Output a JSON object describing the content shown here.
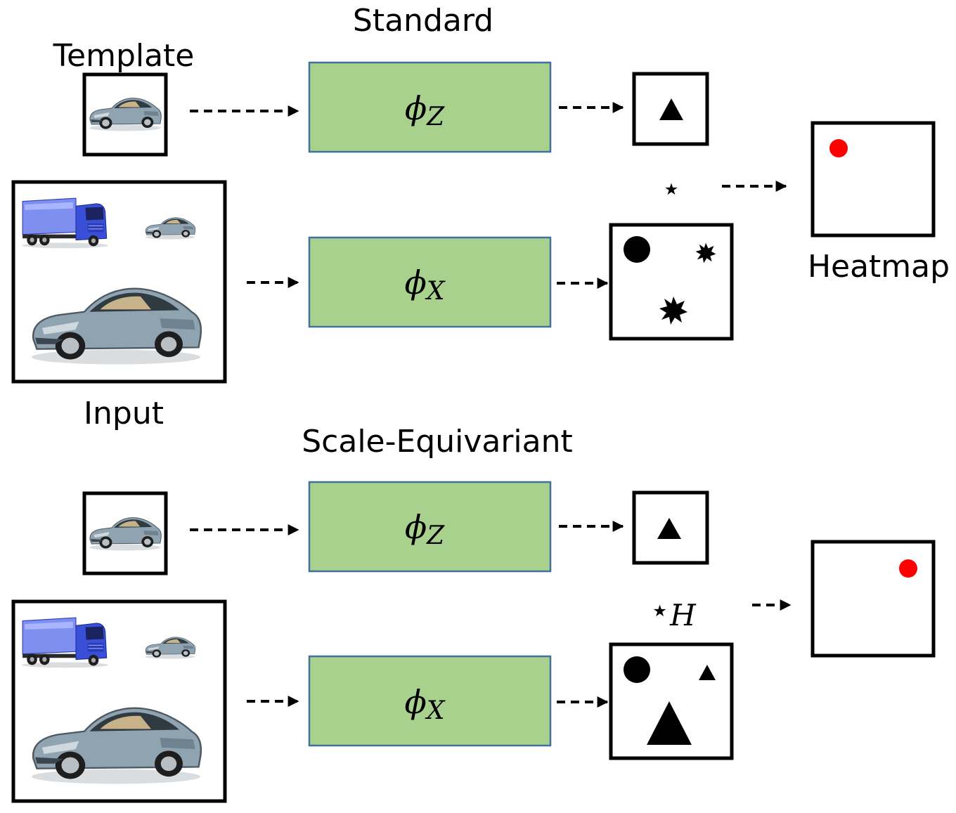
{
  "sections": {
    "standard": {
      "title": "Standard",
      "template_label": "Template",
      "input_label": "Input",
      "template_encoder": {
        "symbol": "ϕ",
        "subscript": "Z"
      },
      "input_encoder": {
        "symbol": "ϕ",
        "subscript": "X"
      },
      "operator": {
        "symbol": "⋆",
        "subscript": ""
      },
      "output_label": "Heatmap"
    },
    "scale_equivariant": {
      "title": "Scale-Equivariant",
      "template_encoder": {
        "symbol": "ϕ",
        "subscript": "Z"
      },
      "input_encoder": {
        "symbol": "ϕ",
        "subscript": "X"
      },
      "operator": {
        "symbol": "⋆",
        "subscript": "H"
      }
    }
  },
  "colors": {
    "encoder_fill": "#a9d18e",
    "encoder_border": "#41719c",
    "heatmap_peak": "#ff0000",
    "car_body": "#8fa3b1",
    "truck_cab": "#3a4fd8"
  },
  "icons": {
    "template_feature": "triangle-icon",
    "input_features_standard": [
      "circle-icon",
      "burst-icon",
      "burst-icon"
    ],
    "input_features_scale_equivariant": [
      "circle-icon",
      "triangle-icon",
      "triangle-icon"
    ],
    "heatmap_peak": "dot-icon"
  }
}
